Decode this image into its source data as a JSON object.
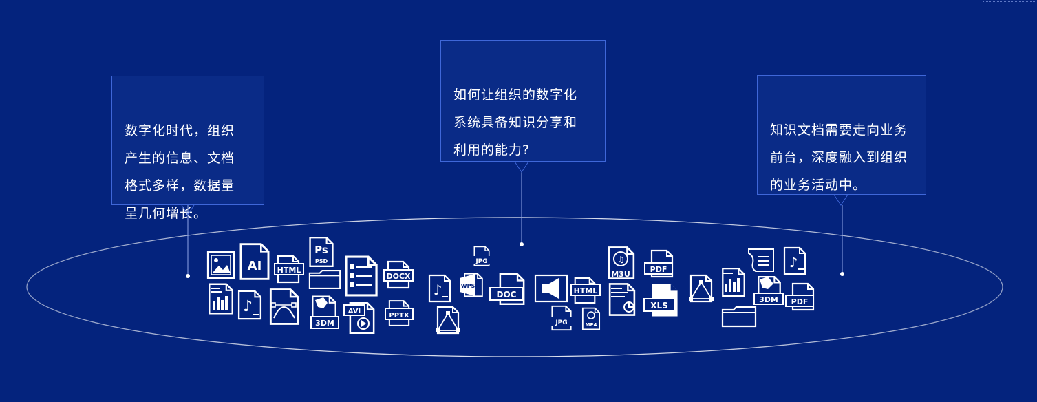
{
  "callouts": {
    "left": "数字化时代，组织\n产生的信息、文档\n格式多样，数据量\n呈几何增长。",
    "center": "如何让组织的数字化\n系统具备知识分享和\n利用的能力?",
    "right": "知识文档需要走向业务\n前台，深度融入到组织\n的业务活动中。"
  },
  "file_labels": {
    "ai": "AI",
    "html": "HTML",
    "ps": "Ps",
    "psd": "PSD",
    "docx": "DOCX",
    "three_dm": "3DM",
    "avi": "AVI",
    "pptx": "PPTX",
    "jpg": "JPG",
    "wps": "WPS",
    "doc": "DOC",
    "mp4": "MP4",
    "m3u": "M3U",
    "pdf": "PDF",
    "xls": "XLS"
  },
  "colors": {
    "background": "#04237d",
    "callout_border": "#3f67d8",
    "icon": "#ffffff"
  }
}
